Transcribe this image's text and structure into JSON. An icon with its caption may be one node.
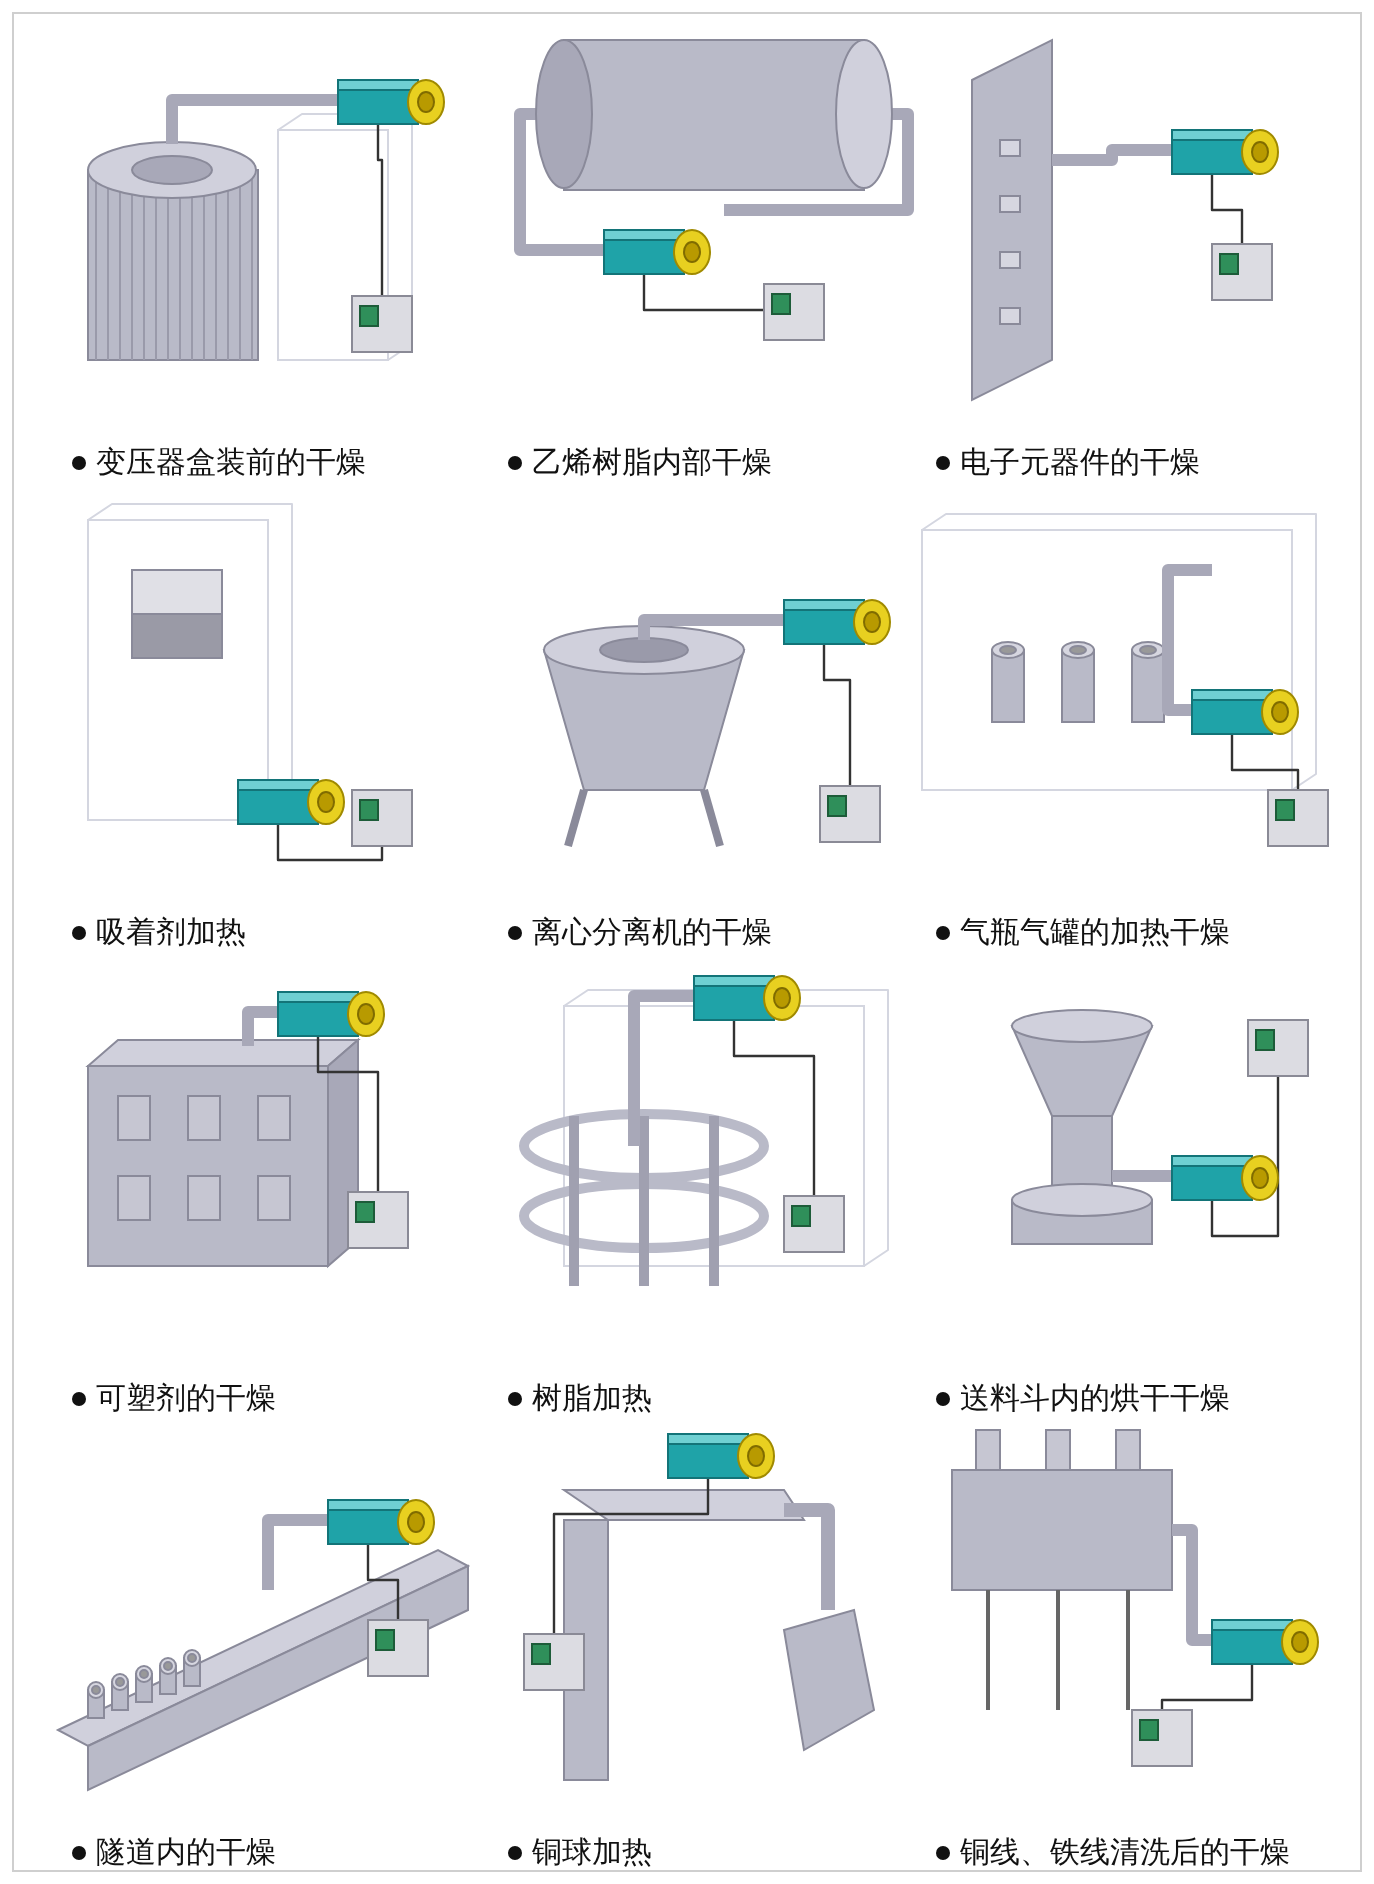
{
  "diagram": {
    "labels": [
      "变压器盒装前的干燥",
      "乙烯树脂内部干燥",
      "电子元器件的干燥",
      "吸着剂加热",
      "离心分离机的干燥",
      "气瓶气罐的加热干燥",
      "可塑剂的干燥",
      "树脂加热",
      "送料斗内的烘干干燥",
      "隧道内的干燥",
      "铜球加热",
      "铜线、铁线清洗后的干燥"
    ]
  }
}
